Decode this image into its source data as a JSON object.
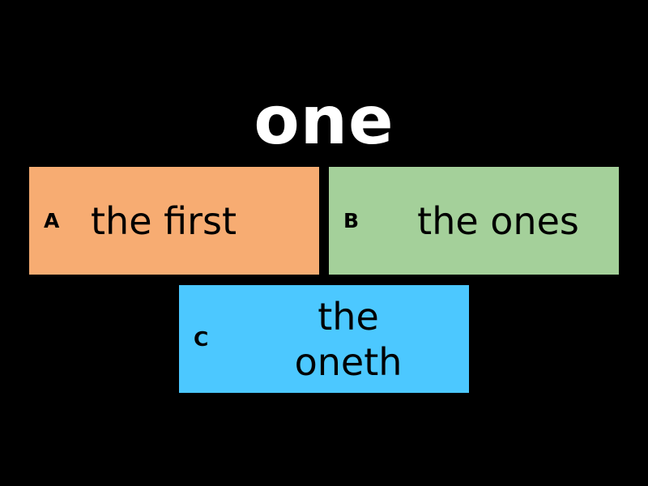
{
  "question": {
    "text": "one"
  },
  "answers": [
    {
      "letter": "A",
      "text": "the first",
      "color": "#F7AC72"
    },
    {
      "letter": "B",
      "text": "the ones",
      "color": "#A4D09A"
    },
    {
      "letter": "C",
      "text": "the oneth",
      "color": "#4CC8FF"
    }
  ]
}
